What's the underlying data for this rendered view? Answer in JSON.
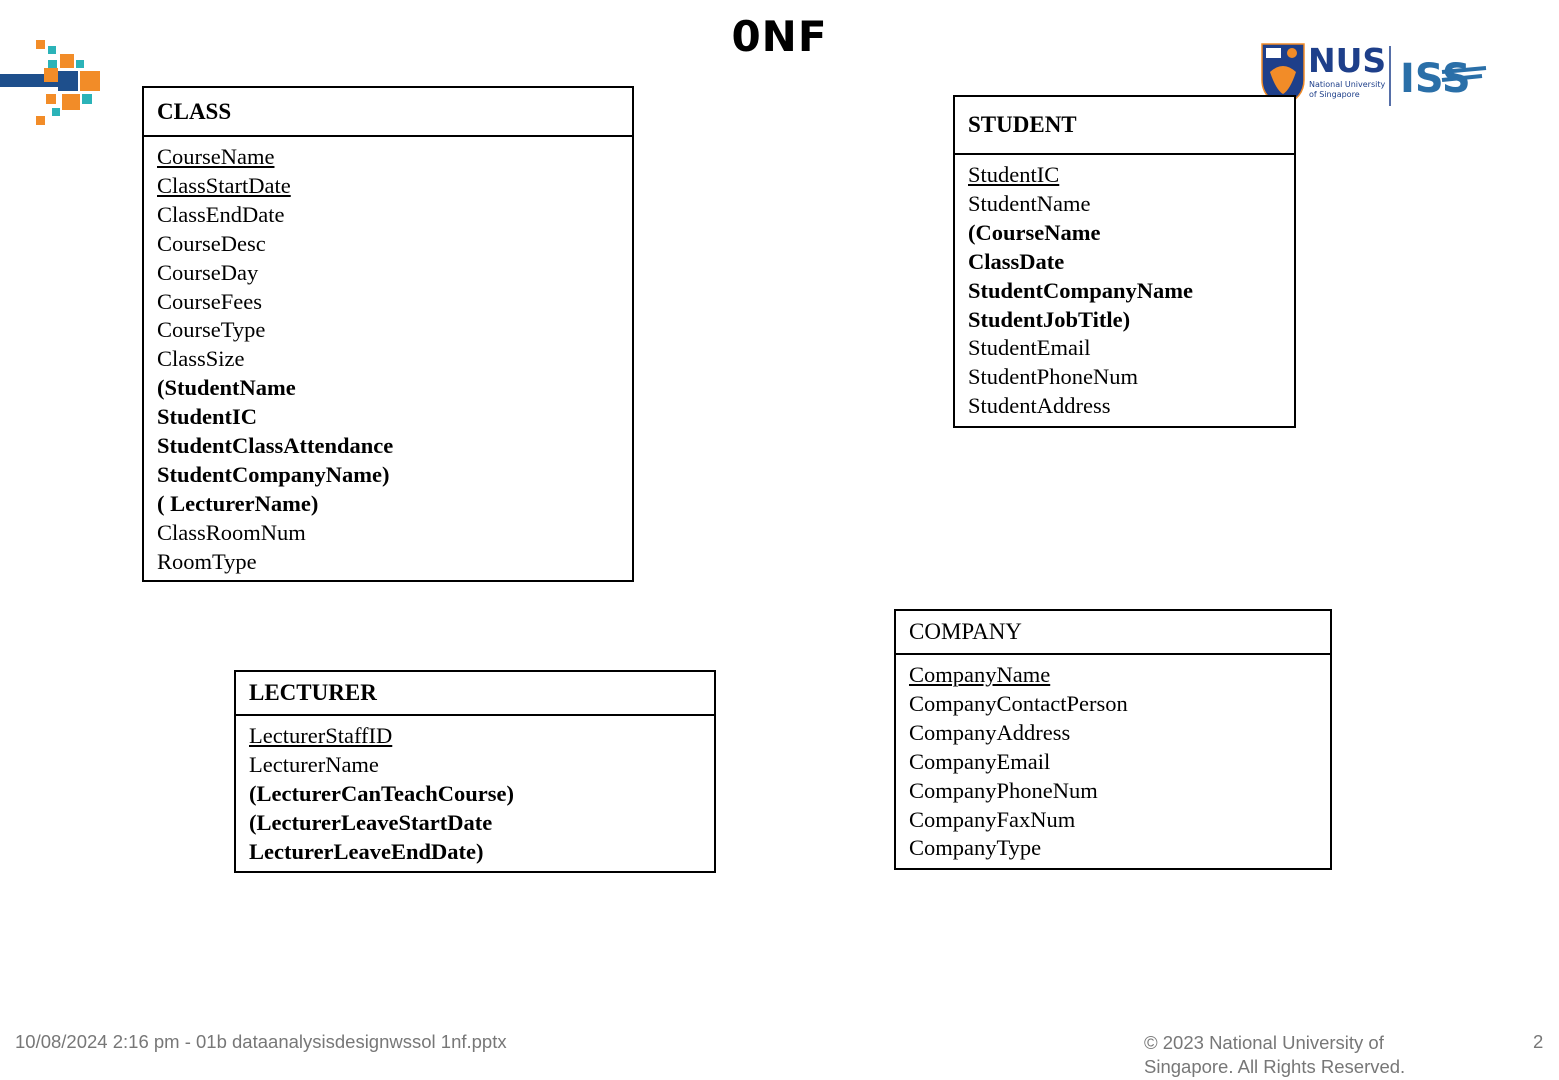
{
  "title": "0NF",
  "logos": {
    "nus_text": "NUS",
    "nus_sub1": "National University",
    "nus_sub2": "of Singapore",
    "iss_text": "ISS"
  },
  "entities": {
    "class": {
      "name": "CLASS",
      "attrs": [
        "CourseName",
        "ClassStartDate",
        "ClassEndDate",
        "CourseDesc",
        "CourseDay",
        "CourseFees",
        "CourseType",
        "ClassSize",
        "(StudentName",
        "StudentIC",
        "StudentClassAttendance",
        "StudentCompanyName)",
        "( LecturerName)",
        "ClassRoomNum",
        "RoomType"
      ]
    },
    "student": {
      "name": "STUDENT",
      "attrs": [
        "StudentIC",
        "StudentName",
        "(CourseName",
        "ClassDate",
        "StudentCompanyName",
        "StudentJobTitle)",
        "StudentEmail",
        "StudentPhoneNum",
        "StudentAddress"
      ]
    },
    "lecturer": {
      "name": "LECTURER",
      "attrs": [
        "LecturerStaffID",
        "LecturerName",
        "(LecturerCanTeachCourse)",
        "(LecturerLeaveStartDate",
        "LecturerLeaveEndDate)"
      ]
    },
    "company": {
      "name": "COMPANY",
      "attrs": [
        "CompanyName",
        "CompanyContactPerson",
        "CompanyAddress",
        "CompanyEmail",
        "CompanyPhoneNum",
        "CompanyFaxNum",
        "CompanyType"
      ]
    }
  },
  "footer": {
    "left": "10/08/2024 2:16 pm - 01b dataanalysisdesignwssol 1nf.pptx",
    "copyright_line1": "© 2023 National University of",
    "copyright_line2": "Singapore. All Rights Reserved.",
    "page_number": "2"
  }
}
